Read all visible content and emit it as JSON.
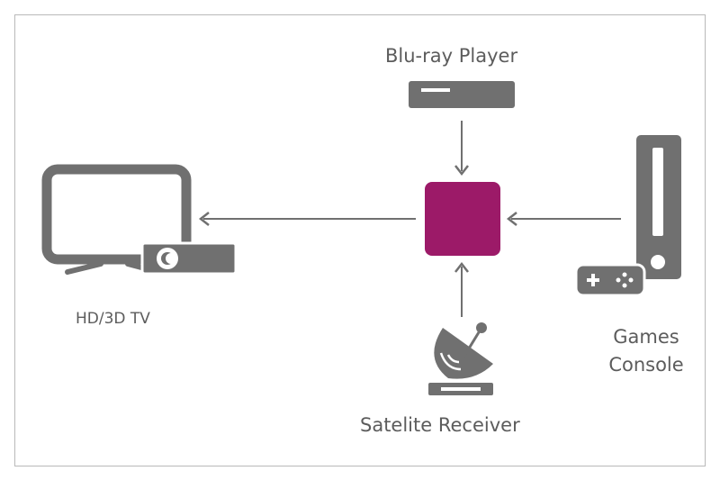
{
  "diagram": {
    "hub_color": "#9c1a68",
    "device_color": "#707070",
    "arrow_color": "#707070",
    "devices": {
      "bluray": {
        "label": "Blu-ray Player",
        "icon": "bluray-player-icon"
      },
      "tv": {
        "label": "HD/3D TV",
        "icon": "tv-with-projector-icon"
      },
      "console": {
        "label_line1": "Games",
        "label_line2": "Console",
        "icon": "game-console-icon"
      },
      "satellite": {
        "label": "Satelite Receiver",
        "icon": "satellite-dish-icon"
      }
    }
  }
}
